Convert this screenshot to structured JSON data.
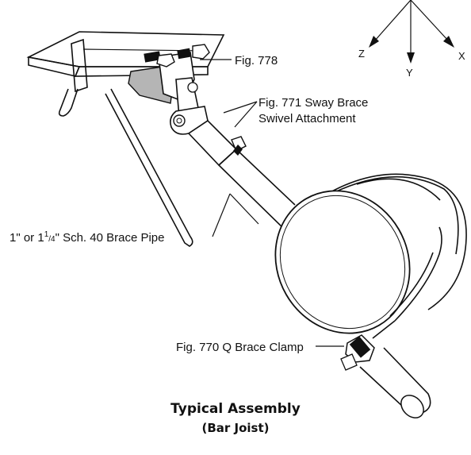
{
  "axes": {
    "z": "Z",
    "y": "Y",
    "x": "X"
  },
  "labels": {
    "fig778": "Fig. 778",
    "fig771_line1": "Fig. 771 Sway Brace",
    "fig771_line2": "Swivel Attachment",
    "brace_pipe_prefix": "1\" or 1",
    "brace_pipe_sup": "1",
    "brace_pipe_sub": "/4",
    "brace_pipe_suffix": "\" Sch. 40 Brace Pipe",
    "fig770": "Fig. 770 Q Brace Clamp"
  },
  "caption": {
    "title": "Typical Assembly",
    "subtitle": "(Bar Joist)"
  },
  "colors": {
    "line": "#111111",
    "fill": "#ffffff",
    "shade": "#b5b5b5"
  }
}
